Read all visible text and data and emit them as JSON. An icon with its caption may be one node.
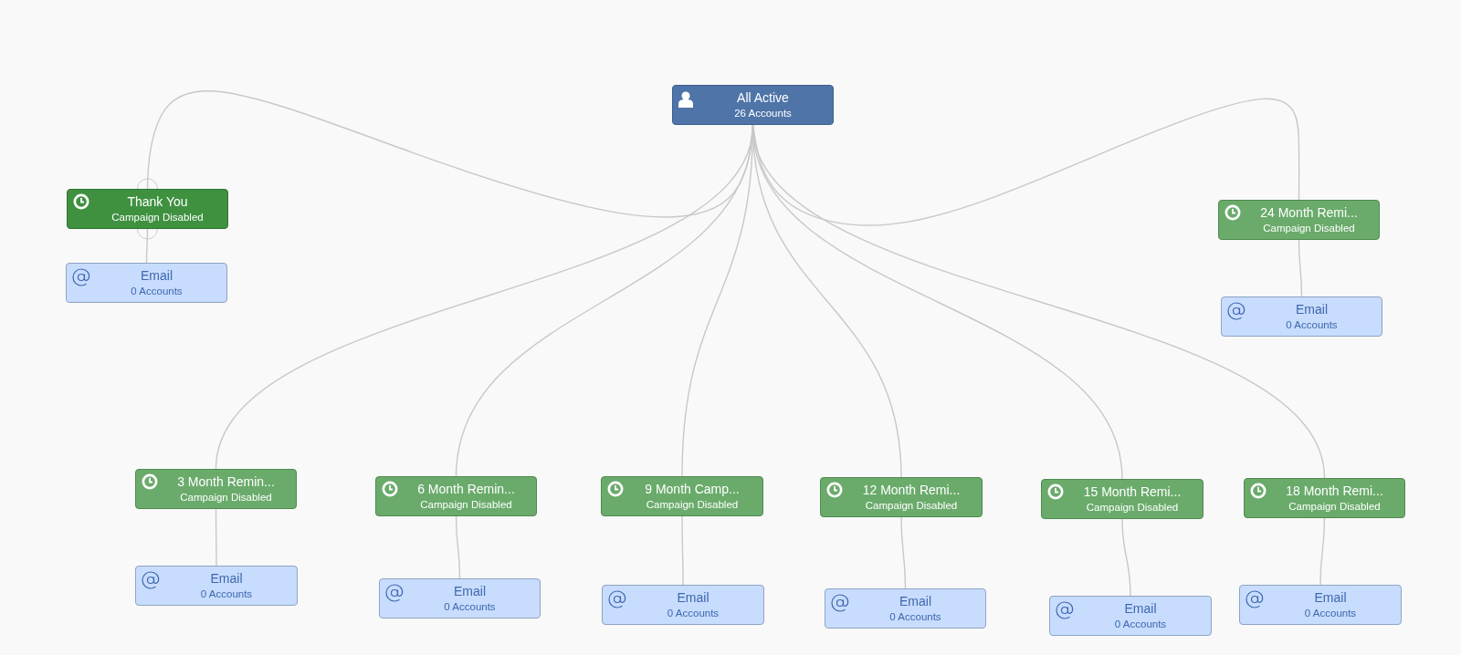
{
  "diagram": {
    "nodes": [
      {
        "text": [
          "All Active",
          "26 Accounts"
        ]
      },
      {
        "text": [
          "Thank You",
          "Campaign Disabled"
        ]
      },
      {
        "text": [
          "Email",
          "0 Accounts"
        ]
      },
      {
        "text": [
          "24 Month Remi...",
          "Campaign Disabled"
        ]
      },
      {
        "text": [
          "Email",
          "0 Accounts"
        ]
      },
      {
        "text": [
          "3 Month Remin...",
          "Campaign Disabled"
        ]
      },
      {
        "text": [
          "Email",
          "0 Accounts"
        ]
      },
      {
        "text": [
          "6 Month Remin...",
          "Campaign Disabled"
        ]
      },
      {
        "text": [
          "Email",
          "0 Accounts"
        ]
      },
      {
        "text": [
          "9 Month Camp...",
          "Campaign Disabled"
        ]
      },
      {
        "text": [
          "Email",
          "0 Accounts"
        ]
      },
      {
        "text": [
          "12 Month Remi...",
          "Campaign Disabled"
        ]
      },
      {
        "text": [
          "Email",
          "0 Accounts"
        ]
      },
      {
        "text": [
          "15 Month Remi...",
          "Campaign Disabled"
        ]
      },
      {
        "text": [
          "Email",
          "0 Accounts"
        ]
      },
      {
        "text": [
          "18 Month Remi...",
          "Campaign Disabled"
        ]
      },
      {
        "text": [
          "Email",
          "0 Accounts"
        ]
      }
    ],
    "edges": [
      {
        "from": 0,
        "to": 1,
        "arrow": "none"
      },
      {
        "from": 0,
        "to": 3,
        "arrow": "none"
      },
      {
        "from": 0,
        "to": 5,
        "arrow": "none"
      },
      {
        "from": 0,
        "to": 7,
        "arrow": "none"
      },
      {
        "from": 0,
        "to": 9,
        "arrow": "none"
      },
      {
        "from": 0,
        "to": 11,
        "arrow": "none"
      },
      {
        "from": 0,
        "to": 13,
        "arrow": "none"
      },
      {
        "from": 0,
        "to": 15,
        "arrow": "none"
      },
      {
        "from": 1,
        "to": 2,
        "arrow": "none"
      },
      {
        "from": 3,
        "to": 4,
        "arrow": "none"
      },
      {
        "from": 5,
        "to": 6,
        "arrow": "none"
      },
      {
        "from": 7,
        "to": 8,
        "arrow": "none"
      },
      {
        "from": 9,
        "to": 10,
        "arrow": "none"
      },
      {
        "from": 11,
        "to": 12,
        "arrow": "none"
      },
      {
        "from": 13,
        "to": 14,
        "arrow": "none"
      },
      {
        "from": 15,
        "to": 16,
        "arrow": "none"
      }
    ]
  }
}
